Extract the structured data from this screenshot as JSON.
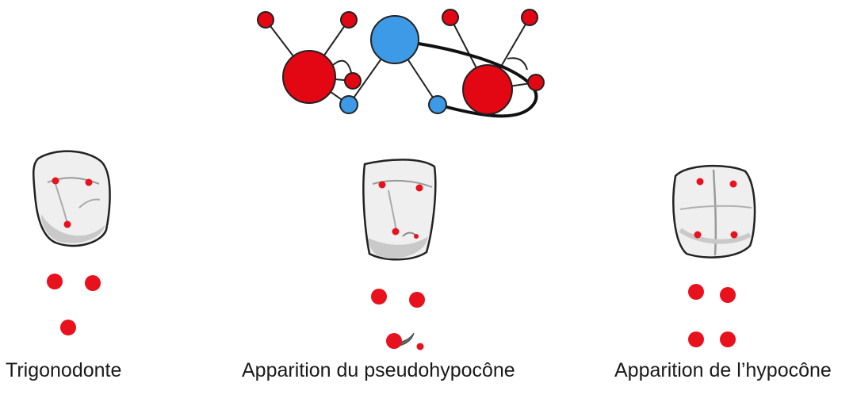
{
  "colors": {
    "cusp_red": "#e8121e",
    "node_red": "#e30613",
    "node_blue": "#3d9ae6",
    "outline": "#222222",
    "tooth_fill": "#efefef",
    "tooth_shade": "#c9c9c9"
  },
  "stages": [
    {
      "label": "Trigonodonte",
      "cusps": 3
    },
    {
      "label": "Apparition du pseudohypocône",
      "cusps": 4
    },
    {
      "label": "Apparition de l’hypocône",
      "cusps": 4
    }
  ]
}
